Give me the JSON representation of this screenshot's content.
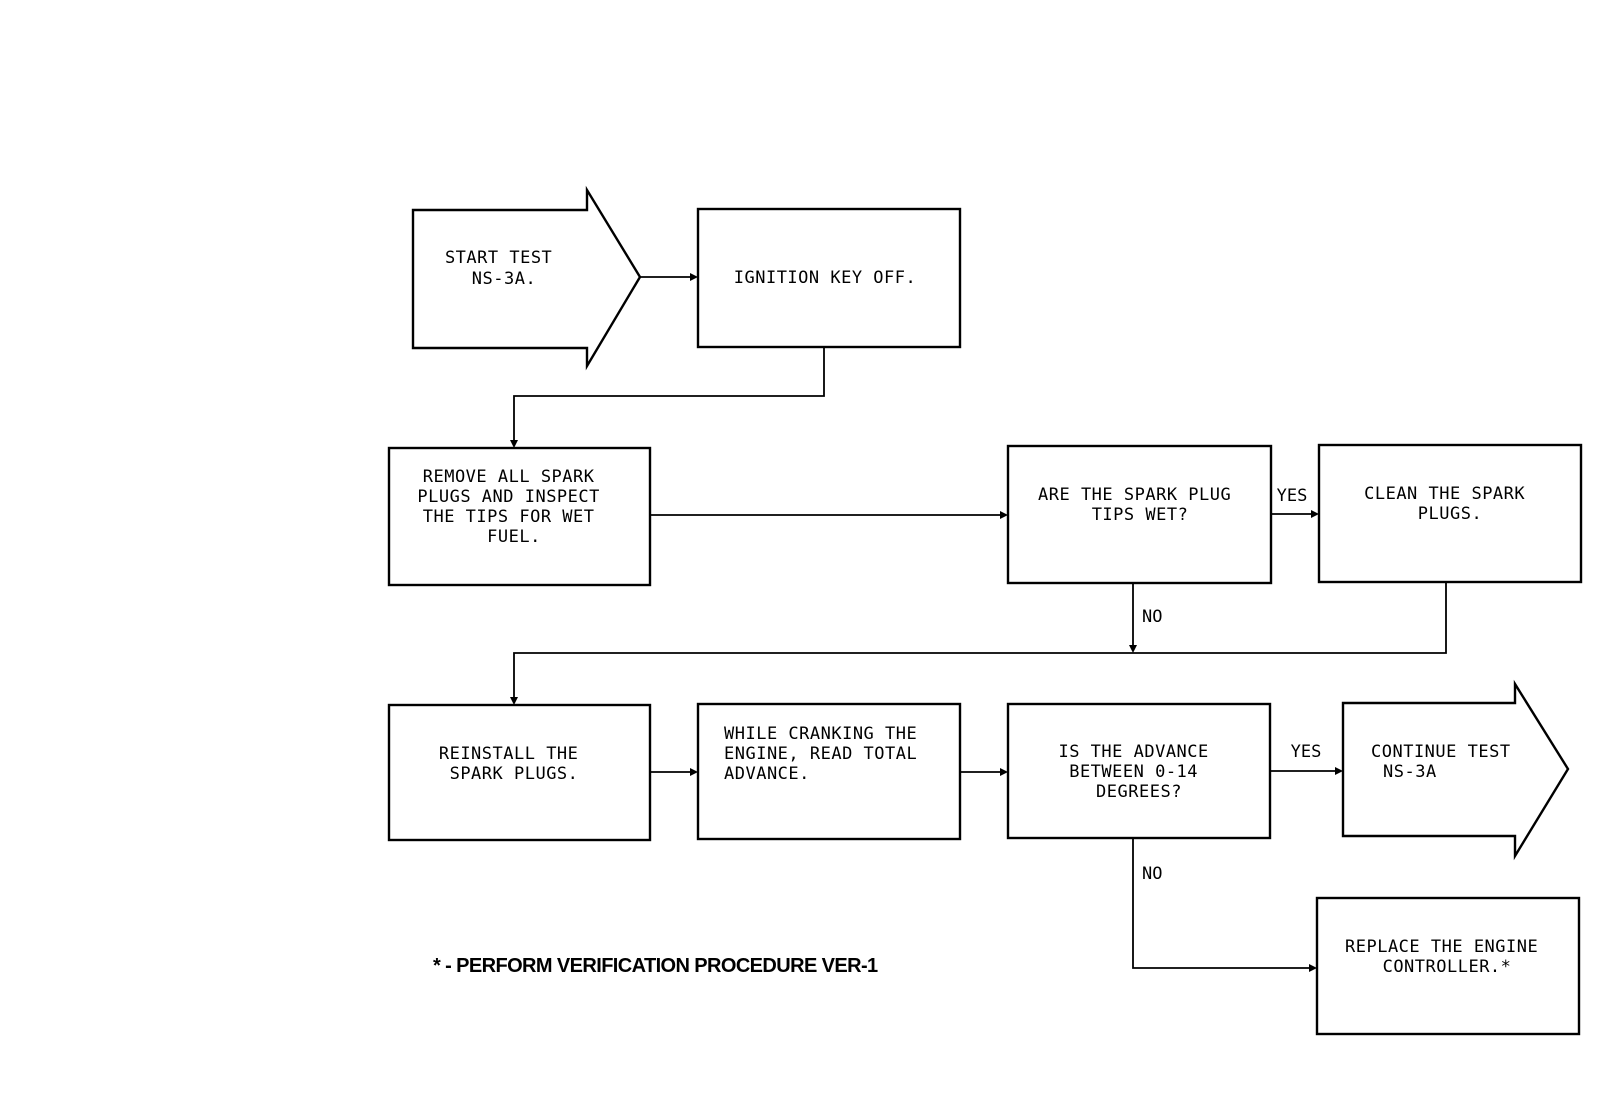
{
  "nodes": {
    "start": {
      "lines": [
        "START TEST",
        "NS-3A."
      ]
    },
    "ignition": {
      "lines": [
        "IGNITION KEY OFF."
      ]
    },
    "remove": {
      "lines": [
        "REMOVE ALL SPARK",
        "PLUGS AND INSPECT",
        "THE TIPS FOR WET",
        "FUEL."
      ]
    },
    "wet": {
      "lines": [
        "ARE THE SPARK PLUG",
        "TIPS WET?"
      ]
    },
    "clean": {
      "lines": [
        "CLEAN THE SPARK",
        "PLUGS."
      ]
    },
    "reinstall": {
      "lines": [
        "REINSTALL THE",
        "SPARK PLUGS."
      ]
    },
    "crank": {
      "lines": [
        "WHILE CRANKING THE",
        "ENGINE, READ TOTAL",
        "ADVANCE."
      ]
    },
    "advance": {
      "lines": [
        "IS THE ADVANCE",
        "BETWEEN 0-14",
        "DEGREES?"
      ]
    },
    "continue": {
      "lines": [
        "CONTINUE TEST",
        "NS-3A"
      ]
    },
    "replace": {
      "lines": [
        "REPLACE THE ENGINE",
        "CONTROLLER.*"
      ]
    }
  },
  "edge_labels": {
    "wet_yes": "YES",
    "wet_no": "NO",
    "advance_yes": "YES",
    "advance_no": "NO"
  },
  "footnote": "* - PERFORM VERIFICATION PROCEDURE VER-1"
}
